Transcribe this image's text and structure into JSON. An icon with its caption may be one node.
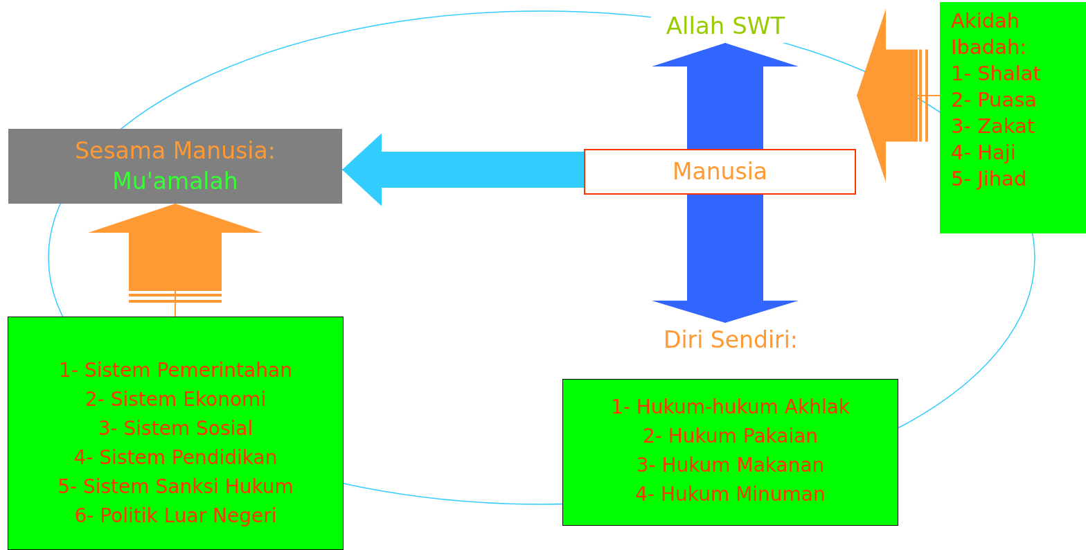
{
  "diagram": {
    "nodes": [
      {
        "text": [
          "Allah SWT"
        ]
      },
      {
        "text": [
          "Manusia"
        ]
      },
      {
        "text": [
          "Akidah",
          "Ibadah:",
          "1- Shalat",
          "2- Puasa",
          "3- Zakat",
          "4- Haji",
          "5- Jihad"
        ]
      },
      {
        "text": [
          "Sesama Manusia:",
          "Mu'amalah"
        ]
      },
      {
        "text": [
          "1- Sistem Pemerintahan",
          "2- Sistem Ekonomi",
          "3- Sistem Sosial",
          "4- Sistem Pendidikan",
          "5- Sistem Sanksi Hukum",
          "6- Politik Luar Negeri"
        ]
      },
      {
        "text": [
          "Diri Sendiri:"
        ]
      },
      {
        "text": [
          "1- Hukum-hukum Akhlak",
          "2- Hukum Pakaian",
          "3- Hukum Makanan",
          "4- Hukum Minuman"
        ]
      }
    ],
    "edges": [
      {
        "from": 1,
        "to": 0,
        "arrow": "to",
        "color": "#3366ff"
      },
      {
        "from": 1,
        "to": 3,
        "arrow": "to",
        "color": "#33ccff"
      },
      {
        "from": 1,
        "to": 5,
        "arrow": "to",
        "color": "#3366ff"
      },
      {
        "from": 2,
        "to": null,
        "arrow": "to",
        "color": "#ff9933"
      },
      {
        "from": 4,
        "to": 3,
        "arrow": "to",
        "color": "#ff9933"
      }
    ]
  }
}
